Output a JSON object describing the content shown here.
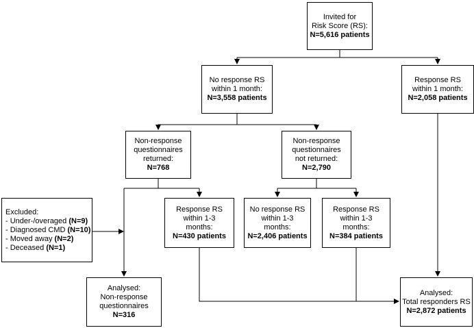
{
  "nodes": {
    "invited": {
      "lines": [
        "Invited for",
        "Risk Score (RS):"
      ],
      "count": "N=5,616 patients"
    },
    "no_response_1m": {
      "lines": [
        "No response RS",
        "within 1 month:"
      ],
      "count": "N=3,558 patients"
    },
    "response_1m": {
      "lines": [
        "Response RS",
        "within 1 month:"
      ],
      "count": "N=2,058 patients"
    },
    "nonresp_returned": {
      "lines": [
        "Non-response",
        "questionnaires",
        "returned:"
      ],
      "count": "N=768"
    },
    "nonresp_not_returned": {
      "lines": [
        "Non-response",
        "questionnaires",
        "not returned:"
      ],
      "count": "N=2,790"
    },
    "response_1_3m_a": {
      "lines": [
        "Response RS",
        "within 1-3",
        "months:"
      ],
      "count": "N=430 patients"
    },
    "no_response_1_3m": {
      "lines": [
        "No response RS",
        "within 1-3",
        "months:"
      ],
      "count": "N=2,406 patients"
    },
    "response_1_3m_b": {
      "lines": [
        "Response RS",
        "within 1-3",
        "months:"
      ],
      "count": "N=384 patients"
    },
    "analysed_nonresp": {
      "lines": [
        "Analysed:",
        "Non-response",
        "questionnaires"
      ],
      "count": "N=316"
    },
    "analysed_total": {
      "lines": [
        "Analysed:",
        "Total responders RS"
      ],
      "count": "N=2,872 patients"
    }
  },
  "excluded": {
    "title": "Excluded:",
    "items": [
      {
        "label": "- Under-/overaged",
        "count": "(N=9)"
      },
      {
        "label": "- Diagnosed CMD",
        "count": "(N=10)"
      },
      {
        "label": "- Moved away",
        "count": "(N=2)"
      },
      {
        "label": "- Deceased",
        "count": "(N=1)"
      }
    ]
  },
  "colors": {
    "line": "#000000",
    "box_border": "#000000",
    "background": "#ffffff"
  }
}
